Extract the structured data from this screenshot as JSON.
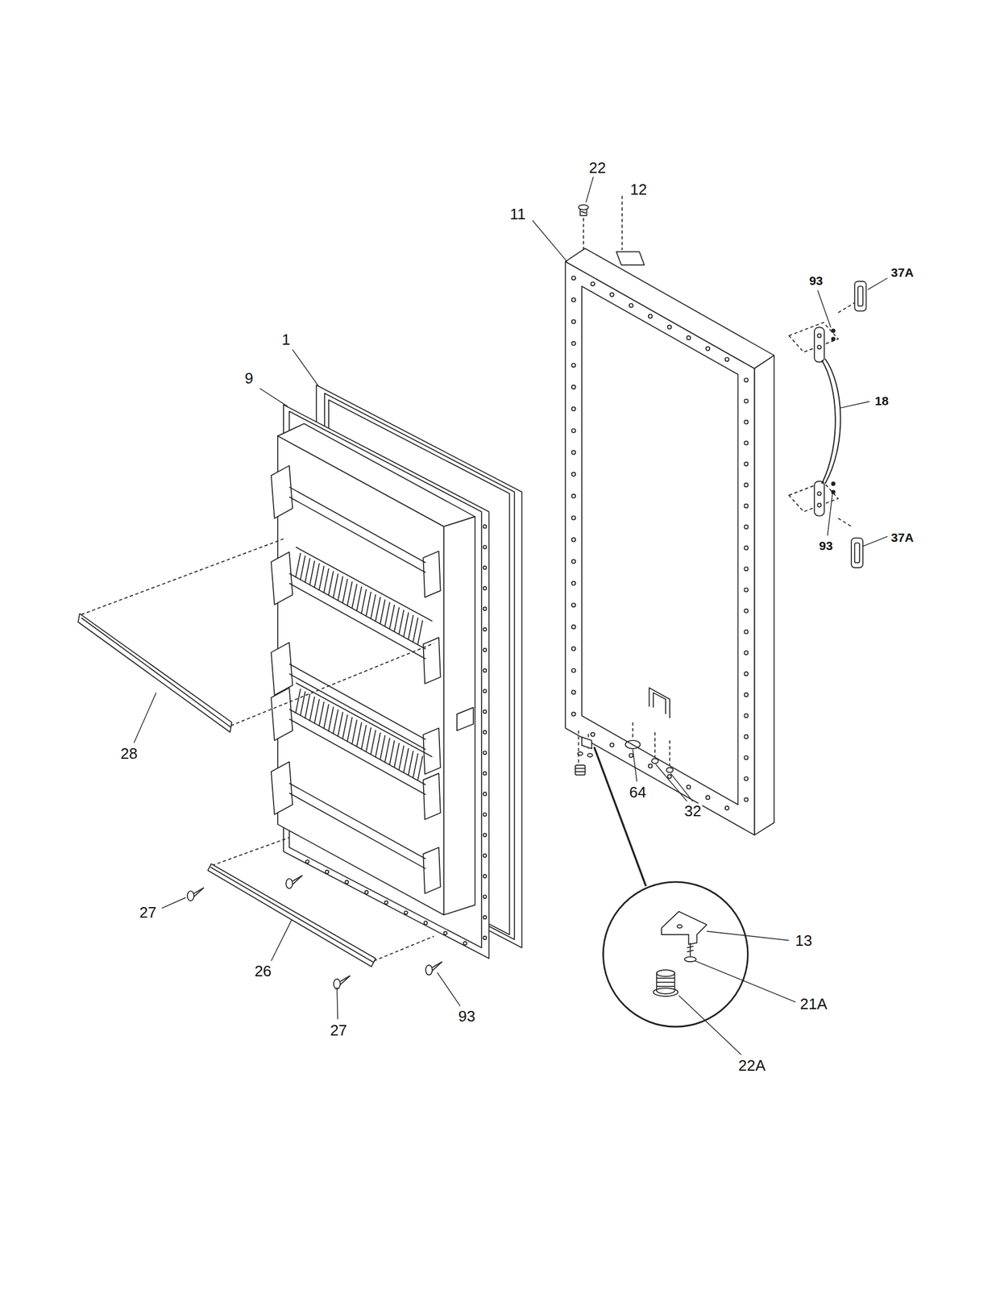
{
  "diagram": {
    "labels": [
      "22",
      "12",
      "11",
      "93",
      "37A",
      "1",
      "9",
      "18",
      "93",
      "37A",
      "28",
      "64",
      "32",
      "27",
      "26",
      "93",
      "27",
      "13",
      "21A",
      "22A"
    ]
  }
}
